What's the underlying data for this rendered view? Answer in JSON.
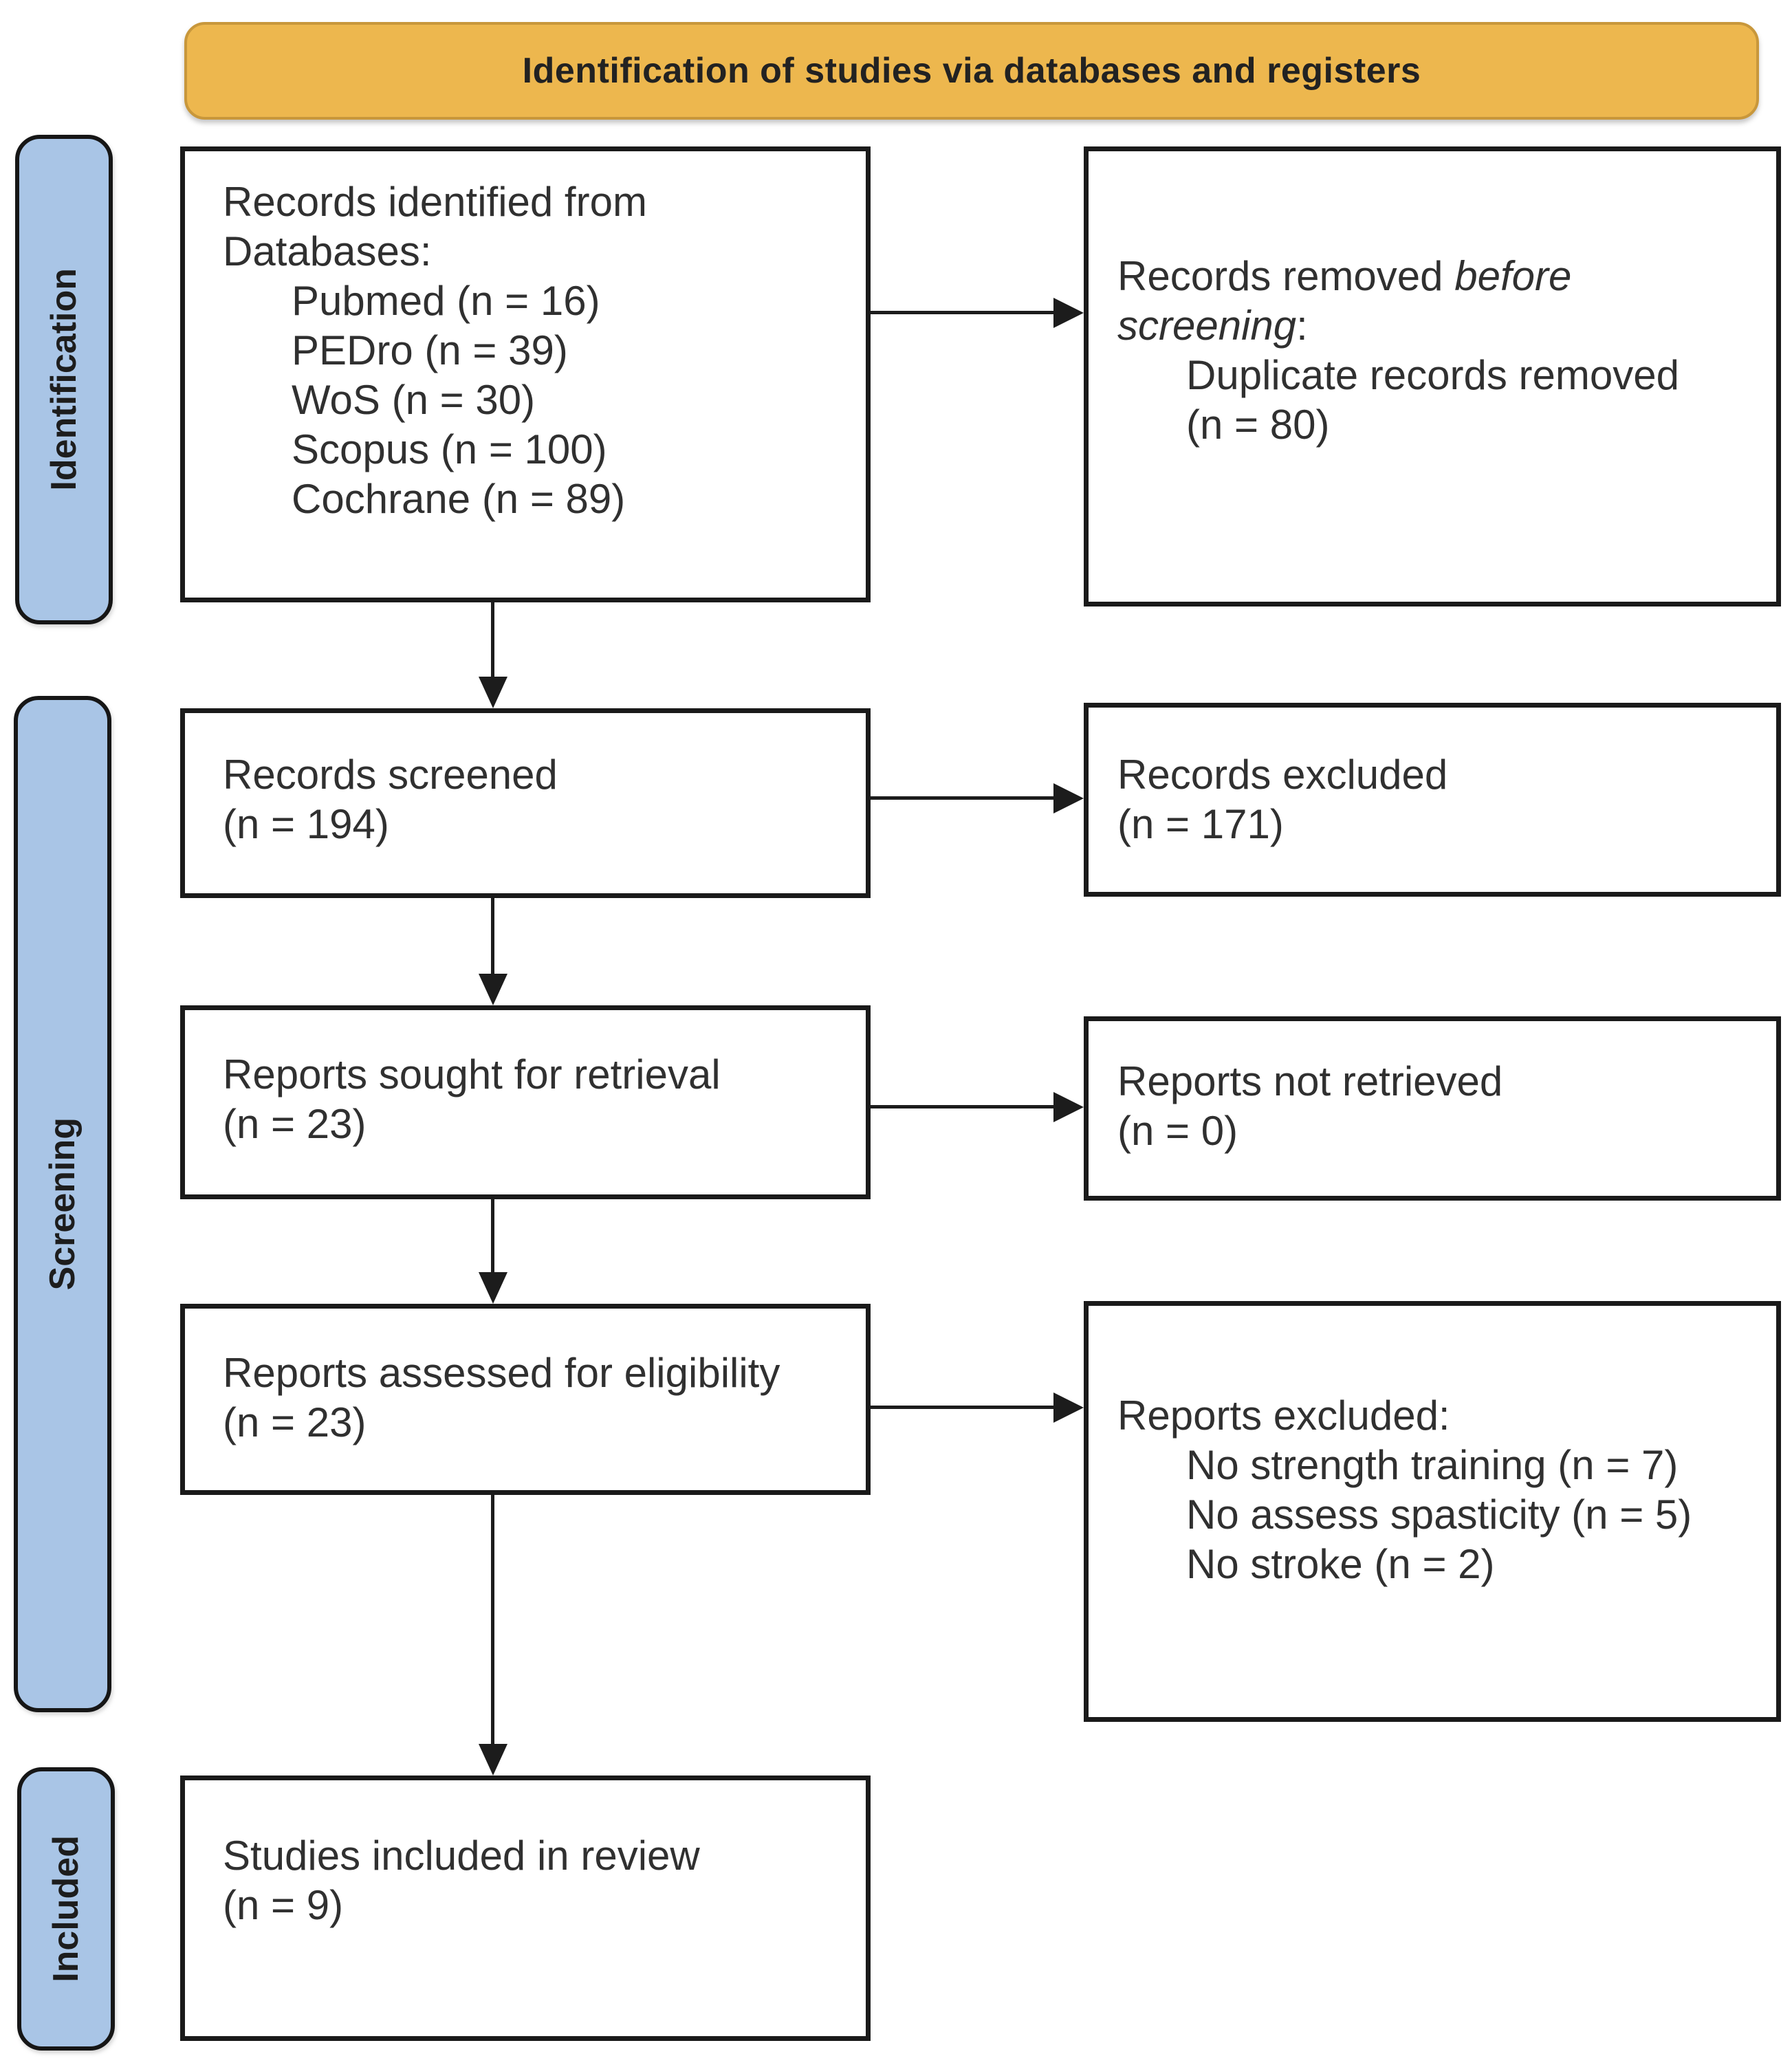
{
  "banner": {
    "title": "Identification of studies via databases and registers"
  },
  "sidebar": {
    "identification": "Identification",
    "screening": "Screening",
    "included": "Included"
  },
  "boxes": {
    "identified": {
      "line1": "Records identified from",
      "line2": "Databases:",
      "items": [
        "Pubmed (n = 16)",
        "PEDro (n = 39)",
        "WoS (n = 30)",
        "Scopus (n = 100)",
        "Cochrane (n = 89)"
      ]
    },
    "removed": {
      "line1_text": "Records removed ",
      "line1_italic": "before",
      "line2_italic": "screening",
      "line2_text": ":",
      "item1": "Duplicate records removed",
      "item2": "(n = 80)"
    },
    "screened": {
      "line1": "Records screened",
      "line2": "(n = 194)"
    },
    "excluded": {
      "line1": "Records excluded",
      "line2": "(n = 171)"
    },
    "sought": {
      "line1": "Reports sought for retrieval",
      "line2": "(n = 23)"
    },
    "not_retrieved": {
      "line1": "Reports not retrieved",
      "line2": "(n = 0)"
    },
    "assessed": {
      "line1": "Reports assessed for eligibility",
      "line2": "(n = 23)"
    },
    "reports_excluded": {
      "title": "Reports excluded:",
      "items": [
        "No strength training (n = 7)",
        "No assess spasticity (n = 5)",
        "No stroke (n = 2)"
      ]
    },
    "included_studies": {
      "line1": "Studies included in review",
      "line2": "(n = 9)"
    }
  },
  "colors": {
    "banner_bg": "#EDB74E",
    "banner_border": "#C8973B",
    "sidebar_bg": "#A9C5E6",
    "box_border": "#1a1a1a",
    "arrow": "#1c1c1c",
    "text": "#303030"
  }
}
